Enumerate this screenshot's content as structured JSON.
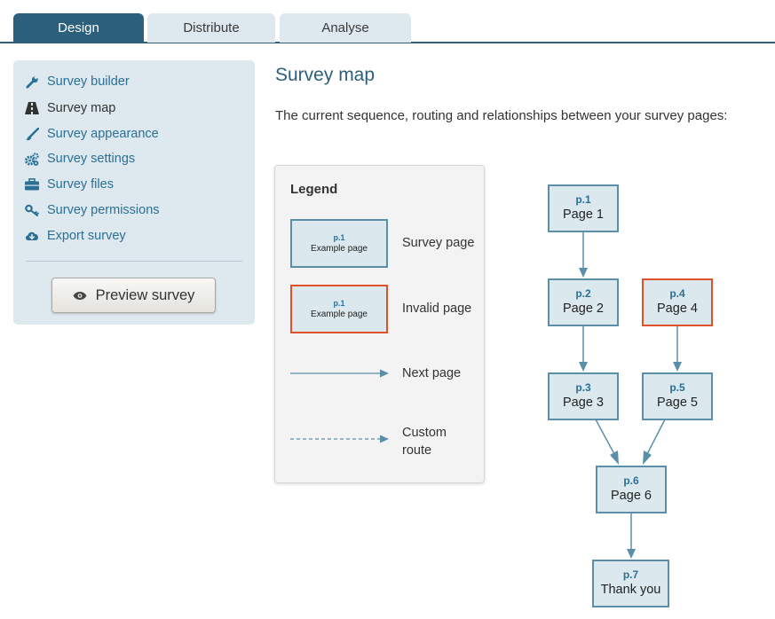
{
  "tabs": {
    "design": "Design",
    "distribute": "Distribute",
    "analyse": "Analyse"
  },
  "sidebar": {
    "items": [
      {
        "label": "Survey builder",
        "icon": "wrench-icon"
      },
      {
        "label": "Survey map",
        "icon": "road-icon"
      },
      {
        "label": "Survey appearance",
        "icon": "brush-icon"
      },
      {
        "label": "Survey settings",
        "icon": "gears-icon"
      },
      {
        "label": "Survey files",
        "icon": "briefcase-icon"
      },
      {
        "label": "Survey permissions",
        "icon": "key-icon"
      },
      {
        "label": "Export survey",
        "icon": "cloud-download-icon"
      }
    ],
    "active": "Survey map",
    "preview_button": "Preview survey"
  },
  "main": {
    "title": "Survey map",
    "intro": "The current sequence, routing and relationships between your survey pages:"
  },
  "legend": {
    "title": "Legend",
    "example_page_no": "p.1",
    "example_page_name": "Example page",
    "survey_page_label": "Survey page",
    "invalid_page_label": "Invalid page",
    "next_page_label": "Next page",
    "custom_route_label": "Custom route"
  },
  "map": {
    "nodes": [
      {
        "id": "p1",
        "page_no": "p.1",
        "name": "Page 1",
        "status": "valid"
      },
      {
        "id": "p2",
        "page_no": "p.2",
        "name": "Page 2",
        "status": "valid"
      },
      {
        "id": "p3",
        "page_no": "p.3",
        "name": "Page 3",
        "status": "valid"
      },
      {
        "id": "p4",
        "page_no": "p.4",
        "name": "Page 4",
        "status": "invalid"
      },
      {
        "id": "p5",
        "page_no": "p.5",
        "name": "Page 5",
        "status": "valid"
      },
      {
        "id": "p6",
        "page_no": "p.6",
        "name": "Page 6",
        "status": "valid"
      },
      {
        "id": "p7",
        "page_no": "p.7",
        "name": "Thank you",
        "status": "valid"
      }
    ],
    "edges": [
      {
        "from": "p1",
        "to": "p2",
        "type": "next"
      },
      {
        "from": "p2",
        "to": "p3",
        "type": "next"
      },
      {
        "from": "p4",
        "to": "p5",
        "type": "next"
      },
      {
        "from": "p3",
        "to": "p6",
        "type": "next"
      },
      {
        "from": "p5",
        "to": "p6",
        "type": "next"
      },
      {
        "from": "p6",
        "to": "p7",
        "type": "next"
      }
    ]
  },
  "colors": {
    "primary": "#2c5f7c",
    "link": "#2b6f95",
    "panel": "#dde9ee",
    "node_border": "#5b8fa8",
    "invalid_border": "#e0502a",
    "arrow": "#5b8fa8"
  }
}
